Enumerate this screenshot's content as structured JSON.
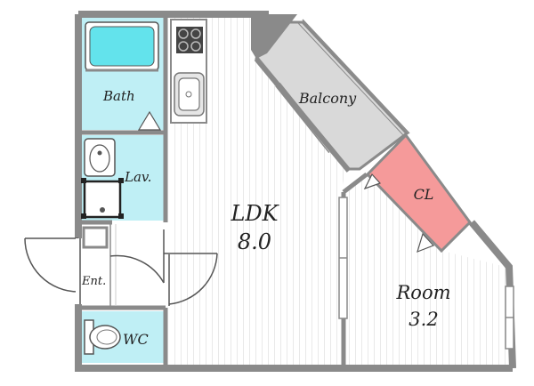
{
  "colors": {
    "wall": "#8a8a8a",
    "wet_area": "#bfeff5",
    "tub": "#63e3ec",
    "balcony": "#d9d9d9",
    "closet": "#f59a9a",
    "floor": "#ffffff",
    "floor_lines": "#e9e9e9"
  },
  "rooms": {
    "bath": {
      "label": "Bath"
    },
    "lavatory": {
      "label": "Lav."
    },
    "entrance": {
      "label": "Ent."
    },
    "wc": {
      "label": "WC"
    },
    "ldk": {
      "label": "LDK",
      "size": "8.0"
    },
    "room": {
      "label": "Room",
      "size": "3.2"
    },
    "balcony": {
      "label": "Balcony"
    },
    "closet": {
      "label": "CL"
    }
  },
  "icons": [
    "bathtub-icon",
    "stove-icon",
    "sink-icon",
    "washbasin-icon",
    "washing-machine-icon",
    "toilet-icon"
  ]
}
